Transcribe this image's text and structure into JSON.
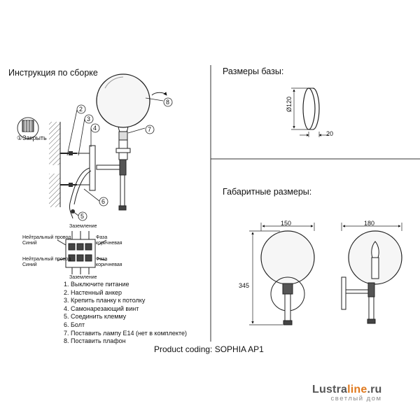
{
  "left_panel": {
    "title": "Инструкция по сборке",
    "close_label": "①Закрыть",
    "callouts": [
      "2",
      "3",
      "4",
      "5",
      "6",
      "7",
      "8"
    ],
    "wiring": {
      "ground_top": "Заземление",
      "neutral_1_line1": "Нейтральный провод",
      "neutral_1_line2": "Синий",
      "phase_1_line1": "Фаза",
      "phase_1_line2": "коричневая",
      "neutral_2_line1": "Нейтральный провод",
      "neutral_2_line2": "Синий",
      "phase_2_line1": "Фаза",
      "phase_2_line2": "коричневая",
      "ground_bottom": "Заземление"
    },
    "steps": [
      "1. Выключите питание",
      "2. Настенный анкер",
      "3. Крепить планку к потолку",
      "4. Самонарезающий винт",
      "5. Соединить клемму",
      "6. Болт",
      "7. Поставить лампу E14  (нет в комплекте)",
      "8. Поставить плафон"
    ]
  },
  "base_panel": {
    "title": "Размеры базы:",
    "diameter": "Ø120",
    "depth": "20"
  },
  "overall_panel": {
    "title": "Габаритные размеры:",
    "width_front": "150",
    "width_side": "180",
    "height": "345"
  },
  "product_coding": "Product coding: SOPHIA AP1",
  "brand": {
    "name_part1": "Lustra",
    "name_part2": "line",
    "name_part3": ".ru",
    "tagline": "светлый дом"
  }
}
